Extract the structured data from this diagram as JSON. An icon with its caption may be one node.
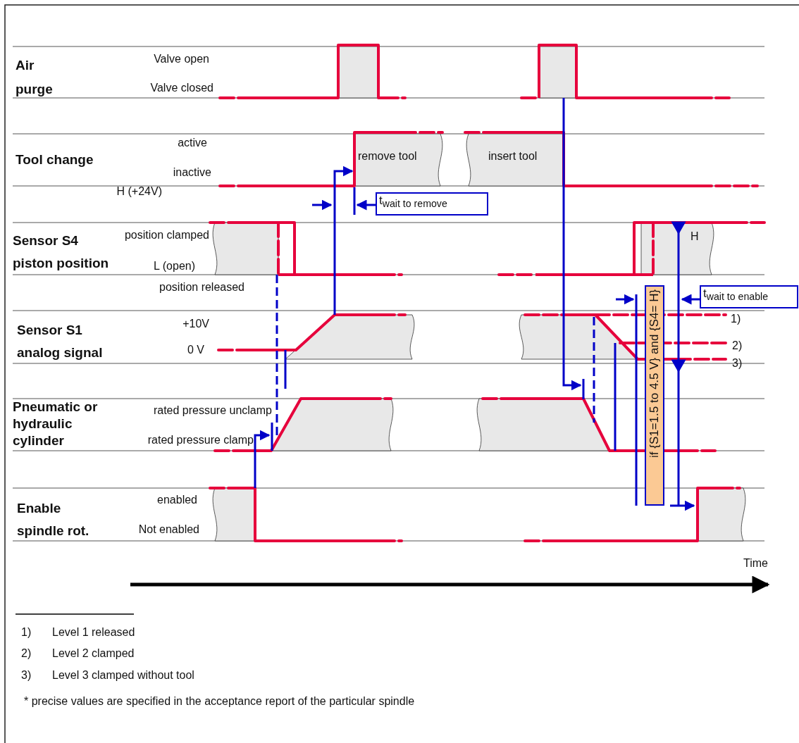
{
  "diagram": {
    "nodes": [
      {
        "text": [
          "t$_{wait to remove}$"
        ]
      },
      {
        "text": [
          "if {S1=1.5 to 4.5 V} and {S4= H}"
        ]
      },
      {
        "text": [
          "t$_{wait to enable}$"
        ]
      }
    ],
    "labels": [
      "Air purge",
      "Valve open",
      "Valve closed",
      "Tool change",
      "active",
      "inactive",
      "remove tool",
      "insert tool",
      "H (+24V)",
      "Sensor S4 piston position",
      "position clamped",
      "H",
      "L (open)",
      "position released",
      "Sensor S1 analog signal",
      "+10V",
      "1)",
      "0 V",
      "2)",
      "3)",
      "Pneumatic or hydraulic cylinder",
      "rated pressure unclamp",
      "rated pressure clamp",
      "Enable spindle rot.",
      "enabled",
      "Not enabled",
      "Time",
      "1)",
      "Level 1 released",
      "2)",
      "Level 2 clamped",
      "3)",
      "Level 3 clamped without tool",
      "* precise values are specified in the acceptance report of the particular spindle"
    ]
  }
}
